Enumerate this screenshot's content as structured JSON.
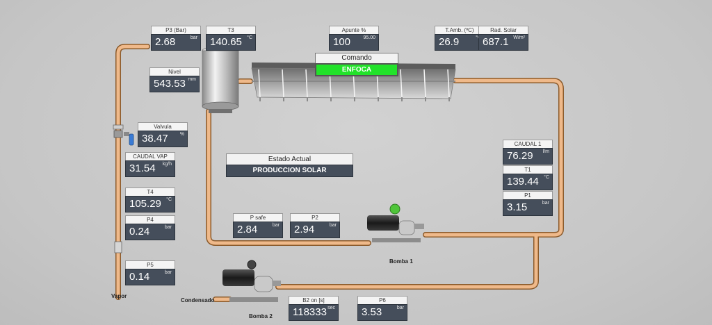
{
  "panels": [
    {
      "key": "p3",
      "label": "P3 (Bar)",
      "value": "2.68",
      "unit": "bar"
    },
    {
      "key": "t3",
      "label": "T3",
      "value": "140.65",
      "unit": "°C"
    },
    {
      "key": "apunte",
      "label": "Apunte %",
      "value": "100",
      "unit": "95.00"
    },
    {
      "key": "tamb",
      "label": "T.Amb. (ºC)",
      "value": "26.9",
      "unit": "°C"
    },
    {
      "key": "rad",
      "label": "Rad. Solar",
      "value": "687.1",
      "unit": "W/m²"
    },
    {
      "key": "nivel",
      "label": "Nivel",
      "value": "543.53",
      "unit": "mm"
    },
    {
      "key": "valvula",
      "label": "Valvula",
      "value": "38.47",
      "unit": "%"
    },
    {
      "key": "caudal_vap",
      "label": "CAUDAL VAP",
      "value": "31.54",
      "unit": "kg/h"
    },
    {
      "key": "t4",
      "label": "T4",
      "value": "105.29",
      "unit": "°C"
    },
    {
      "key": "p4",
      "label": "P4",
      "value": "0.24",
      "unit": "bar"
    },
    {
      "key": "p5",
      "label": "P5",
      "value": "0.14",
      "unit": "bar"
    },
    {
      "key": "caudal1",
      "label": "CAUDAL 1",
      "value": "76.29",
      "unit": "l/m"
    },
    {
      "key": "t1",
      "label": "T1",
      "value": "139.44",
      "unit": "°C"
    },
    {
      "key": "p1",
      "label": "P1",
      "value": "3.15",
      "unit": "bar"
    },
    {
      "key": "psafe",
      "label": "P safe",
      "value": "2.84",
      "unit": "bar"
    },
    {
      "key": "p2",
      "label": "P2",
      "value": "2.94",
      "unit": "bar"
    },
    {
      "key": "b2on",
      "label": "B2 on [s]",
      "value": "118333",
      "unit": "sec"
    },
    {
      "key": "p6",
      "label": "P6",
      "value": "3.53",
      "unit": "bar"
    }
  ],
  "comando": {
    "label": "Comando",
    "value": "ENFOCA",
    "color": "#22e22a"
  },
  "estado": {
    "label": "Estado Actual",
    "value": "PRODUCCION SOLAR"
  },
  "labels": {
    "bomba1": "Bomba 1",
    "bomba2": "Bomba 2",
    "vapor": "Vapor",
    "condensado": "Condensado"
  },
  "indicators": {
    "bomba1_status": "#4fc53a",
    "bomba2_status": "#444444"
  },
  "colors": {
    "pipe": "#e9b27d",
    "panel": "#454e5b"
  }
}
